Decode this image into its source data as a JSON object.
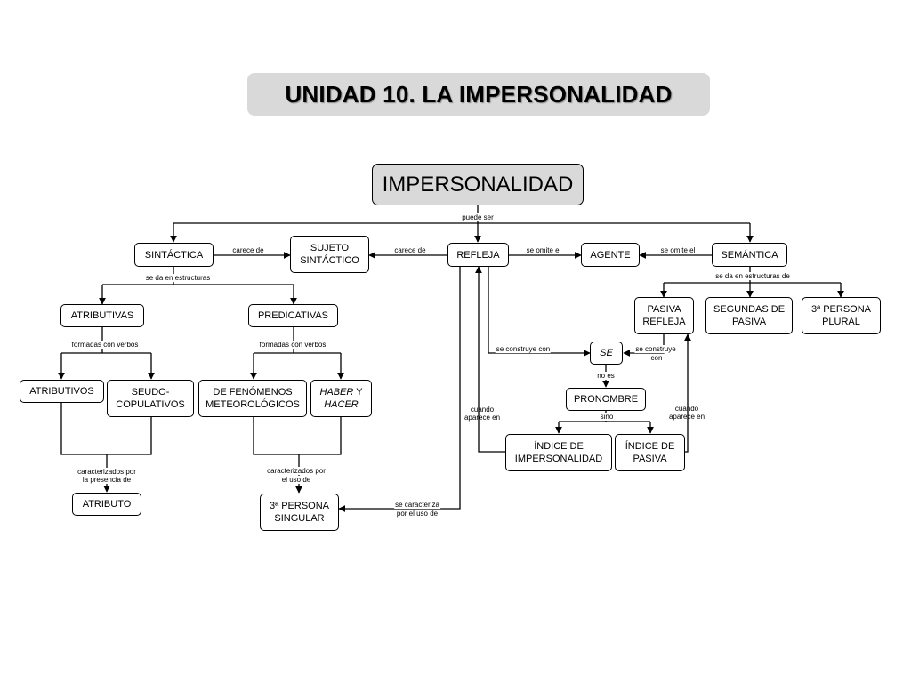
{
  "title": "UNIDAD 10. LA IMPERSONALIDAD",
  "nodes": {
    "impersonalidad": "IMPERSONALIDAD",
    "sintactica": "SINTÁCTICA",
    "sujeto_l1": "SUJETO",
    "sujeto_l2": "SINTÁCTICO",
    "refleja": "REFLEJA",
    "agente": "AGENTE",
    "semantica": "SEMÁNTICA",
    "atributivas": "ATRIBUTIVAS",
    "predicativas": "PREDICATIVAS",
    "pasiva_refleja_l1": "PASIVA",
    "pasiva_refleja_l2": "REFLEJA",
    "segundas_l1": "SEGUNDAS DE",
    "segundas_l2": "PASIVA",
    "tercera_plural_l1": "3ª PERSONA",
    "tercera_plural_l2": "PLURAL",
    "se": "SE",
    "pronombre": "PRONOMBRE",
    "atributivos": "ATRIBUTIVOS",
    "seudo_l1": "SEUDO-",
    "seudo_l2": "COPULATIVOS",
    "fenomenos_l1": "DE FENÓMENOS",
    "fenomenos_l2": "METEOROLÓGICOS",
    "haber": "HABER",
    "y": " Y",
    "hacer": "HACER",
    "indice_imp_l1": "ÍNDICE DE",
    "indice_imp_l2": "IMPERSONALIDAD",
    "indice_pas_l1": "ÍNDICE DE",
    "indice_pas_l2": "PASIVA",
    "atributo": "ATRIBUTO",
    "tercera_singular_l1": "3ª PERSONA",
    "tercera_singular_l2": "SINGULAR"
  },
  "links": {
    "puede_ser": "puede ser",
    "carece_de_1": "carece de",
    "carece_de_2": "carece de",
    "se_omite_el_1": "se omite el",
    "se_omite_el_2": "se omite el",
    "se_da_en_estructuras": "se da en estructuras",
    "se_da_en_estructuras_de": "se da en estructuras de",
    "formadas_con_verbos_1": "formadas con verbos",
    "formadas_con_verbos_2": "formadas con verbos",
    "se_construye_con_1": "se construye con",
    "se_construye_con_2a": "se construye",
    "se_construye_con_2b": "con",
    "no_es": "no es",
    "sino": "sino",
    "cuando_aparece_en_1a": "cuando",
    "cuando_aparece_en_1b": "aparece en",
    "cuando_aparece_en_2a": "cuando",
    "cuando_aparece_en_2b": "aparece en",
    "caracterizados_presencia_a": "caracterizados por",
    "caracterizados_presencia_b": "la presencia de",
    "caracterizados_uso_a": "caracterizados por",
    "caracterizados_uso_b": "el uso de",
    "se_caracteriza_a": "se caracteriza",
    "se_caracteriza_b": "por el uso de"
  }
}
